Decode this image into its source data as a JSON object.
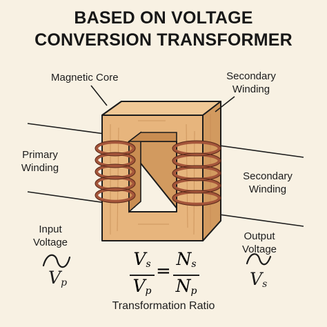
{
  "title": {
    "line1": "BASED ON VOLTAGE",
    "line2": "CONVERSION TRANSFORMER"
  },
  "labels": {
    "magnetic_core": "Magnetic Core",
    "secondary_top_line1": "Secondary",
    "secondary_top_line2": "Winding",
    "primary_line1": "Primary",
    "primary_line2": "Winding",
    "secondary_right_line1": "Secondary",
    "secondary_right_line2": "Winding",
    "input_line1": "Input",
    "input_line2": "Voltage",
    "output_line1": "Output",
    "output_line2": "Voltage",
    "transformation_ratio": "Transformation Ratio"
  },
  "symbols": {
    "input_var": "V",
    "input_sub": "p",
    "output_var": "V",
    "output_sub": "s",
    "ratio_num_var": "V",
    "ratio_num_sub": "s",
    "ratio_den_var": "V",
    "ratio_den_sub": "p",
    "equals": "=",
    "turns_num_var": "N",
    "turns_num_sub": "s",
    "turns_den_var": "N",
    "turns_den_sub": "p"
  },
  "colors": {
    "background": "#f8f1e3",
    "core_front": "#e7b57d",
    "core_top": "#f0c896",
    "core_side": "#d29a5f",
    "coil": "#a4553a",
    "outline": "#1c1c1c"
  }
}
